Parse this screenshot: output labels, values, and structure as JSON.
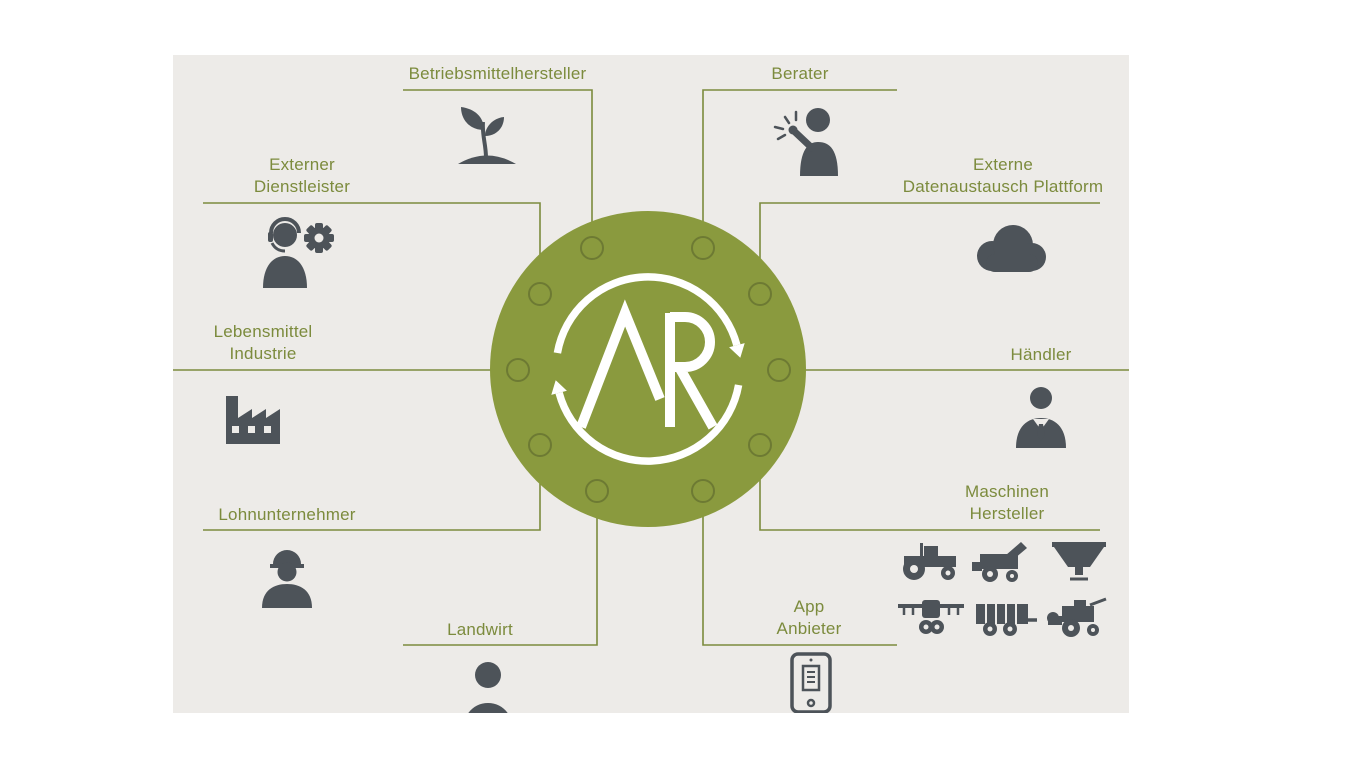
{
  "diagram": {
    "center_logo_text": "AR",
    "colors": {
      "hub_green": "#8a9a3e",
      "line_green": "#7c8b3d",
      "icon_gray": "#4d5359",
      "panel_background": "#edebe8"
    },
    "nodes": [
      {
        "id": "betriebsmittelhersteller",
        "label": "Betriebsmittelhersteller",
        "icon": "sprout-icon"
      },
      {
        "id": "berater",
        "label": "Berater",
        "icon": "consultant-icon"
      },
      {
        "id": "externer-dienstleister",
        "label": "Externer\nDienstleister",
        "icon": "service-person-gear-icon"
      },
      {
        "id": "externe-datenaustausch-plattform",
        "label": "Externe\nDatenaustausch Plattform",
        "icon": "cloud-icon"
      },
      {
        "id": "lebensmittel-industrie",
        "label": "Lebensmittel\nIndustrie",
        "icon": "factory-icon"
      },
      {
        "id": "haendler",
        "label": "Händler",
        "icon": "businessman-icon"
      },
      {
        "id": "lohnunternehmer",
        "label": "Lohnunternehmer",
        "icon": "construction-worker-icon"
      },
      {
        "id": "maschinen-hersteller",
        "label": "Maschinen\nHersteller",
        "icon": "machines-icon"
      },
      {
        "id": "landwirt",
        "label": "Landwirt",
        "icon": "farmer-icon"
      },
      {
        "id": "app-anbieter",
        "label": "App\nAnbieter",
        "icon": "smartphone-icon"
      }
    ]
  }
}
